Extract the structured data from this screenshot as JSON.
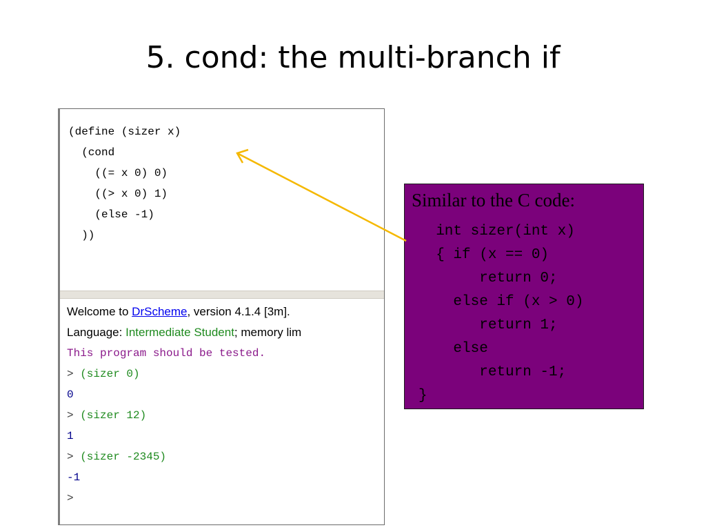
{
  "slide": {
    "title": "5.  cond: the multi-branch if"
  },
  "definitions": {
    "code": "(define (sizer x)\n  (cond\n    ((= x 0) 0)\n    ((> x 0) 1)\n    (else -1)\n  ))"
  },
  "interactions": {
    "welcome_prefix": "Welcome to ",
    "welcome_link": "DrScheme",
    "welcome_suffix": ", version 4.1.4 [3m].",
    "language_prefix": "Language: ",
    "language_name": "Intermediate Student",
    "language_suffix": "; memory lim",
    "test_notice": "This program should be tested.",
    "prompt": "> ",
    "entries": [
      {
        "input": "(sizer 0)",
        "output": "0"
      },
      {
        "input": "(sizer 12)",
        "output": "1"
      },
      {
        "input": "(sizer -2345)",
        "output": "-1"
      }
    ],
    "final_prompt": ">"
  },
  "c_box": {
    "title": "Similar to the C code:",
    "code": "  int sizer(int x)\n  { if (x == 0)\n       return 0;\n    else if (x > 0)\n       return 1;\n    else\n       return -1;\n}"
  },
  "colors": {
    "c_box_background": "#7b027b",
    "arrow": "#f5b800",
    "link": "#0000ee",
    "language": "#1e8a1e",
    "test_notice": "#8b1a8b",
    "output": "#00008b"
  }
}
